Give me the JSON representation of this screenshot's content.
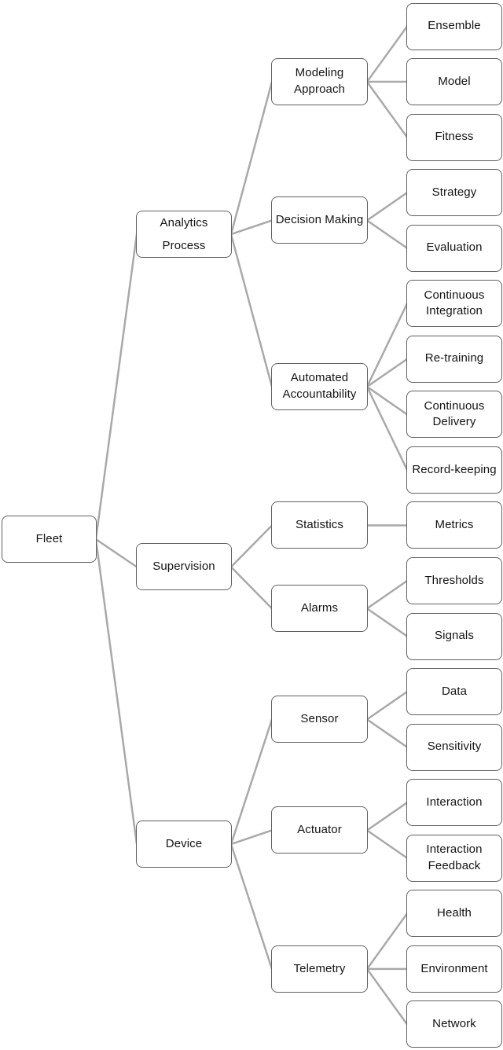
{
  "diagram": {
    "type": "tree",
    "orientation": "left-to-right",
    "colors": {
      "background": "#ffffff",
      "box_fill": "#ffffff",
      "box_border": "#606060",
      "edge": "#a9a9a9",
      "text": "#141414"
    },
    "root": {
      "id": "fleet",
      "label": "Fleet",
      "children": [
        {
          "id": "analytics-process",
          "label": "Analytics Process",
          "children": [
            {
              "id": "modeling-approach",
              "label": "Modeling Approach",
              "children": [
                {
                  "id": "ensemble",
                  "label": "Ensemble"
                },
                {
                  "id": "model",
                  "label": "Model"
                },
                {
                  "id": "fitness",
                  "label": "Fitness"
                }
              ]
            },
            {
              "id": "decision-making",
              "label": "Decision Making",
              "children": [
                {
                  "id": "strategy",
                  "label": "Strategy"
                },
                {
                  "id": "evaluation",
                  "label": "Evaluation"
                }
              ]
            },
            {
              "id": "automated-accountability",
              "label": "Automated Accountability",
              "children": [
                {
                  "id": "continuous-integration",
                  "label": "Continuous Integration"
                },
                {
                  "id": "re-training",
                  "label": "Re-training"
                },
                {
                  "id": "continuous-delivery",
                  "label": "Continuous Delivery"
                },
                {
                  "id": "record-keeping",
                  "label": "Record-keeping"
                }
              ]
            }
          ]
        },
        {
          "id": "supervision",
          "label": "Supervision",
          "children": [
            {
              "id": "statistics",
              "label": "Statistics",
              "children": [
                {
                  "id": "metrics",
                  "label": "Metrics"
                }
              ]
            },
            {
              "id": "alarms",
              "label": "Alarms",
              "children": [
                {
                  "id": "thresholds",
                  "label": "Thresholds"
                },
                {
                  "id": "signals",
                  "label": "Signals"
                }
              ]
            }
          ]
        },
        {
          "id": "device",
          "label": "Device",
          "children": [
            {
              "id": "sensor",
              "label": "Sensor",
              "children": [
                {
                  "id": "data",
                  "label": "Data"
                },
                {
                  "id": "sensitivity",
                  "label": "Sensitivity"
                }
              ]
            },
            {
              "id": "actuator",
              "label": "Actuator",
              "children": [
                {
                  "id": "interaction",
                  "label": "Interaction"
                },
                {
                  "id": "interaction-feedback",
                  "label": "Interaction Feedback"
                }
              ]
            },
            {
              "id": "telemetry",
              "label": "Telemetry",
              "children": [
                {
                  "id": "health",
                  "label": "Health"
                },
                {
                  "id": "environment",
                  "label": "Environment"
                },
                {
                  "id": "network",
                  "label": "Network"
                }
              ]
            }
          ]
        }
      ]
    }
  }
}
